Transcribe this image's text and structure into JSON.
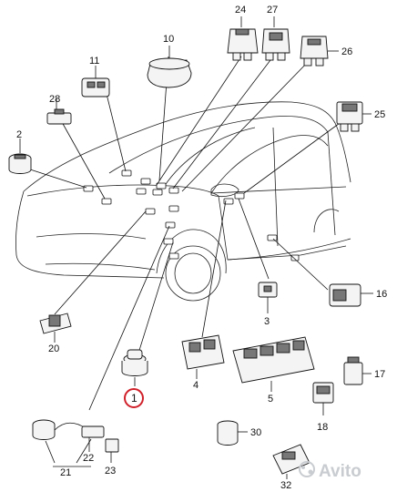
{
  "labels": {
    "l1": "1",
    "l2": "2",
    "l3": "3",
    "l4": "4",
    "l5": "5",
    "l10": "10",
    "l11": "11",
    "l16": "16",
    "l17": "17",
    "l18": "18",
    "l20": "20",
    "l21": "21",
    "l22": "22",
    "l23": "23",
    "l24": "24",
    "l25": "25",
    "l26": "26",
    "l27": "27",
    "l28": "28",
    "l30": "30",
    "l32": "32"
  },
  "highlight": {
    "label": "1",
    "color": "#d0202a"
  },
  "watermark": {
    "text": "Avito"
  }
}
